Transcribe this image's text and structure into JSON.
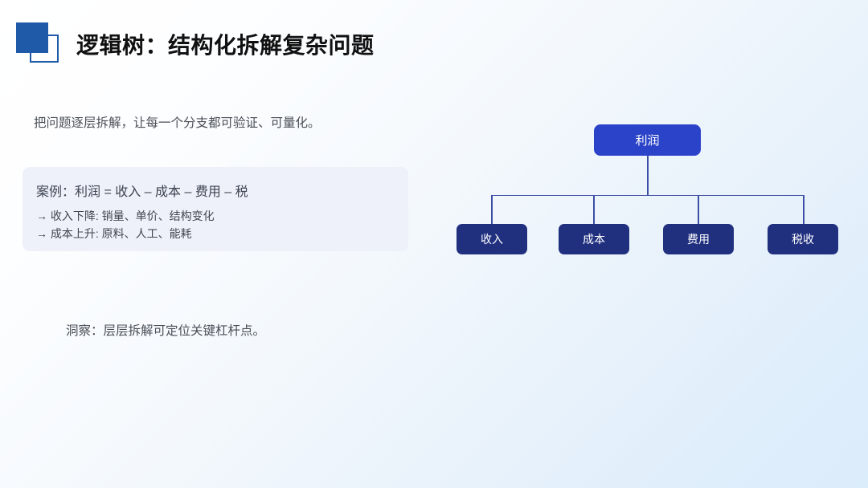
{
  "slide": {
    "title": "逻辑树：结构化拆解复杂问题",
    "subtitle": "把问题逐层拆解，让每一个分支都可验证、可量化。",
    "insight": "洞察：层层拆解可定位关键杠杆点。"
  },
  "logo": {
    "filled_square_color": "#1F5AA8",
    "outline_square_color": "#1F5AA8"
  },
  "callout": {
    "background": "#EEF1FA",
    "lines": [
      "案例：利润 = 收入 – 成本 – 费用 – 税",
      "→ 收入下降: 销量、单价、结构变化",
      "→ 成本上升: 原料、人工、能耗"
    ]
  },
  "tree": {
    "root": {
      "label": "利润",
      "color": "#2A43C8"
    },
    "child_color": "#20307F",
    "connector_color": "#3D4FA5",
    "children": [
      {
        "label": "收入"
      },
      {
        "label": "成本"
      },
      {
        "label": "费用"
      },
      {
        "label": "税收"
      }
    ]
  },
  "theme": {
    "background_from": "#FFFFFF",
    "background_to": "#DBECFB",
    "title_color": "#111111",
    "body_text_color": "#4A4F57"
  }
}
